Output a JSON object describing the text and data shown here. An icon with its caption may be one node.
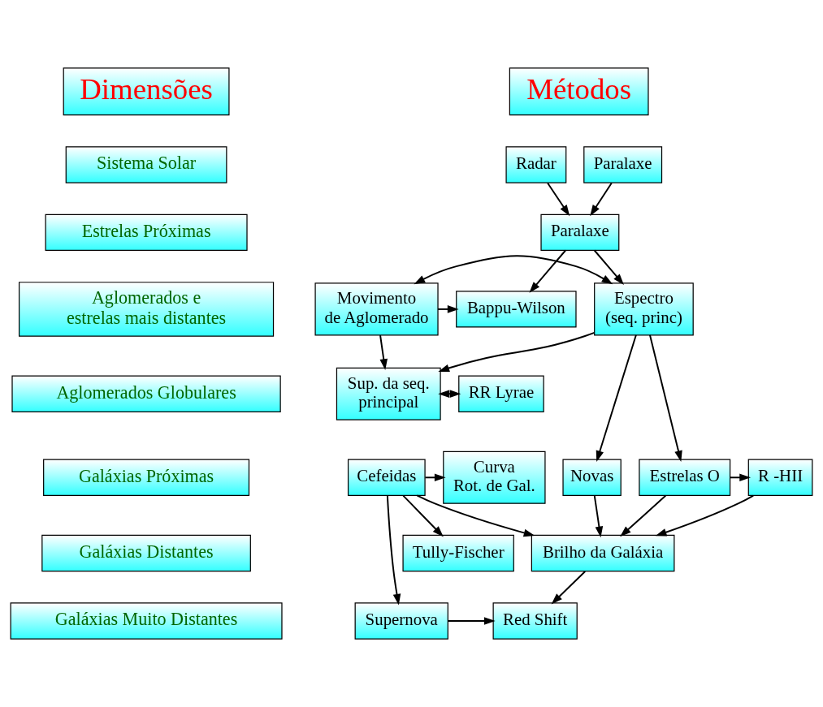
{
  "diagram": {
    "nodes": [
      {
        "text": [
          "Dimensões"
        ]
      },
      {
        "text": [
          "Métodos"
        ]
      },
      {
        "text": [
          "Sistema Solar"
        ]
      },
      {
        "text": [
          "Estrelas Próximas"
        ]
      },
      {
        "text": [
          "Aglomerados e estrelas mais distantes"
        ]
      },
      {
        "text": [
          "Aglomerados Globulares"
        ]
      },
      {
        "text": [
          "Galáxias Próximas"
        ]
      },
      {
        "text": [
          "Galáxias Distantes"
        ]
      },
      {
        "text": [
          "Galáxias Muito Distantes"
        ]
      },
      {
        "text": [
          "Radar"
        ]
      },
      {
        "text": [
          "Paralaxe"
        ]
      },
      {
        "text": [
          "Paralaxe"
        ]
      },
      {
        "text": [
          "Bappu-Wilson"
        ]
      },
      {
        "text": [
          "Movimento de Aglomerado"
        ]
      },
      {
        "text": [
          "Espectro (seq. princ)"
        ]
      },
      {
        "text": [
          "Sup. da seq. principal"
        ]
      },
      {
        "text": [
          "RR Lyrae"
        ]
      },
      {
        "text": [
          "Curva Rot. de Gal."
        ]
      },
      {
        "text": [
          "Cefeidas"
        ]
      },
      {
        "text": [
          "R -HII"
        ]
      },
      {
        "text": [
          "Estrelas O"
        ]
      },
      {
        "text": [
          "Novas"
        ]
      },
      {
        "text": [
          "Tully-Fischer"
        ]
      },
      {
        "text": [
          "Brilho da Galáxia"
        ]
      },
      {
        "text": [
          "Supernova"
        ]
      },
      {
        "text": [
          "Red Shift"
        ]
      }
    ],
    "edges": [
      {
        "from": 9,
        "to": 11,
        "arrow": "to"
      },
      {
        "from": 10,
        "to": 11,
        "arrow": "to"
      },
      {
        "from": 11,
        "to": 12,
        "arrow": "to"
      },
      {
        "from": 11,
        "to": 14,
        "arrow": "to"
      },
      {
        "from": 13,
        "to": 12,
        "arrow": "to"
      },
      {
        "from": 13,
        "to": 14,
        "arrow": "both"
      },
      {
        "from": 13,
        "to": 15,
        "arrow": "to"
      },
      {
        "from": 14,
        "to": 15,
        "arrow": "to"
      },
      {
        "from": 15,
        "to": 16,
        "arrow": "both"
      },
      {
        "from": 14,
        "to": 20,
        "arrow": "to"
      },
      {
        "from": 14,
        "to": 21,
        "arrow": "to"
      },
      {
        "from": 18,
        "to": 17,
        "arrow": "to"
      },
      {
        "from": 20,
        "to": 19,
        "arrow": "to"
      },
      {
        "from": 18,
        "to": 22,
        "arrow": "to"
      },
      {
        "from": 18,
        "to": 23,
        "arrow": "to"
      },
      {
        "from": 18,
        "to": 24,
        "arrow": "to"
      },
      {
        "from": 19,
        "to": 23,
        "arrow": "to"
      },
      {
        "from": 20,
        "to": 23,
        "arrow": "to"
      },
      {
        "from": 21,
        "to": 23,
        "arrow": "to"
      },
      {
        "from": 23,
        "to": 25,
        "arrow": "to"
      },
      {
        "from": 24,
        "to": 25,
        "arrow": "to"
      }
    ]
  }
}
